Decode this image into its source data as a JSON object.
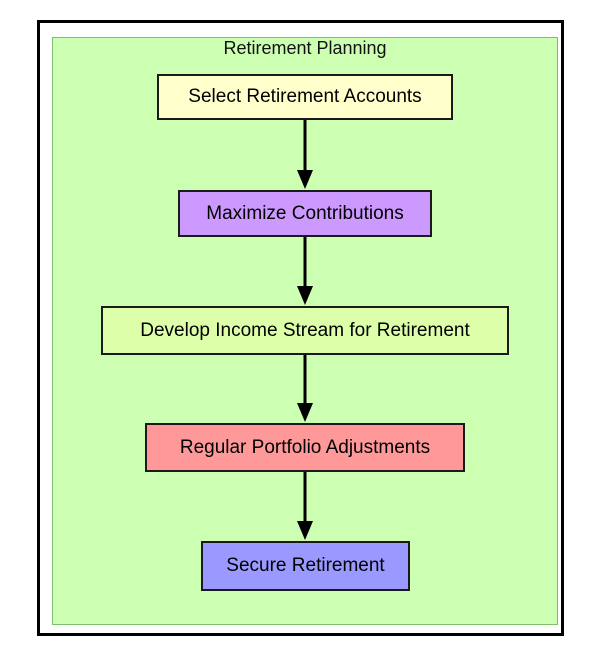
{
  "cluster": {
    "title": "Retirement Planning",
    "fill_color": "#ccffb2"
  },
  "nodes": [
    {
      "id": "select",
      "label": "Select Retirement Accounts",
      "fill": "#ffffcc"
    },
    {
      "id": "maximize",
      "label": "Maximize Contributions",
      "fill": "#cc99ff"
    },
    {
      "id": "income",
      "label": "Develop Income Stream for Retirement",
      "fill": "#ddffaa"
    },
    {
      "id": "adjust",
      "label": "Regular Portfolio Adjustments",
      "fill": "#ff9999"
    },
    {
      "id": "secure",
      "label": "Secure Retirement",
      "fill": "#9999ff"
    }
  ],
  "edges": [
    {
      "from": "select",
      "to": "maximize"
    },
    {
      "from": "maximize",
      "to": "income"
    },
    {
      "from": "income",
      "to": "adjust"
    },
    {
      "from": "adjust",
      "to": "secure"
    }
  ]
}
